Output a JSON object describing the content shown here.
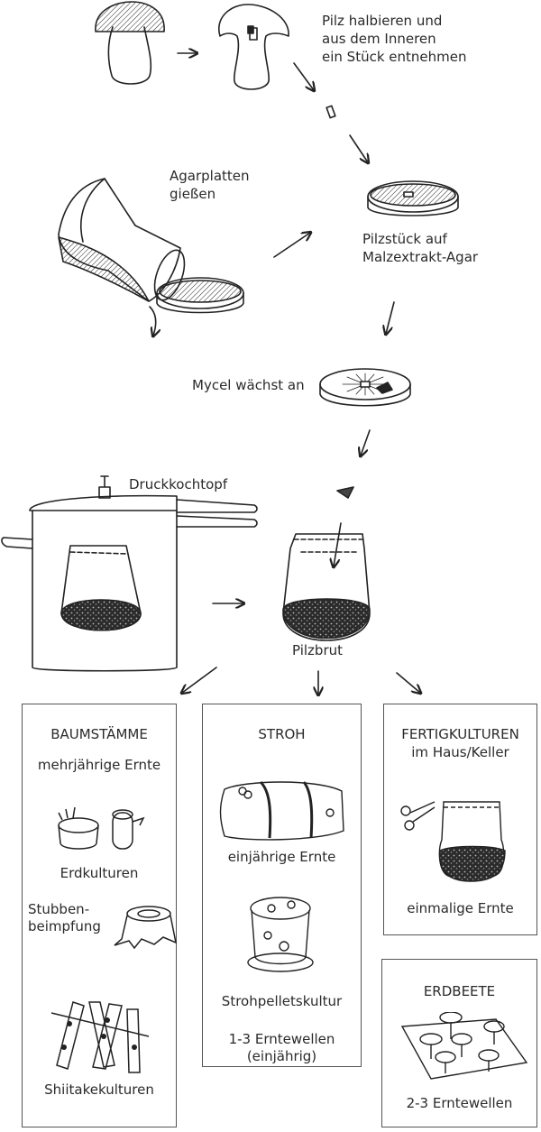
{
  "diagram": {
    "title": "Pilzbrut-Herstellung und Kulturformen",
    "steps": {
      "halve": "Pilz halbieren und\naus dem Inneren\nein Stück entnehmen",
      "pour": "Agarplatten\ngießen",
      "place": "Pilzstück auf\nMalzextrakt-Agar",
      "grow": "Mycel wächst an",
      "cooker": "Druckkochtopf",
      "spawn": "Pilzbrut"
    },
    "cultures": [
      {
        "heading": "BAUMSTÄMME",
        "subtitle": "mehrjährige Ernte",
        "items": [
          "Erdkulturen",
          "Stubben-\nbeimpfung",
          "Shiitakekulturen"
        ]
      },
      {
        "heading": "STROH",
        "subtitle": "einjährige Ernte",
        "items": [
          "Strohpelletskultur",
          "1-3 Erntewellen\n(einjährig)"
        ]
      },
      {
        "heading": "FERTIGKULTUREN",
        "subtitle": "im Haus/Keller",
        "items": [
          "einmalige Ernte"
        ]
      },
      {
        "heading": "ERDBEETE",
        "subtitle": "",
        "items": [
          "2-3 Erntewellen"
        ]
      }
    ]
  }
}
